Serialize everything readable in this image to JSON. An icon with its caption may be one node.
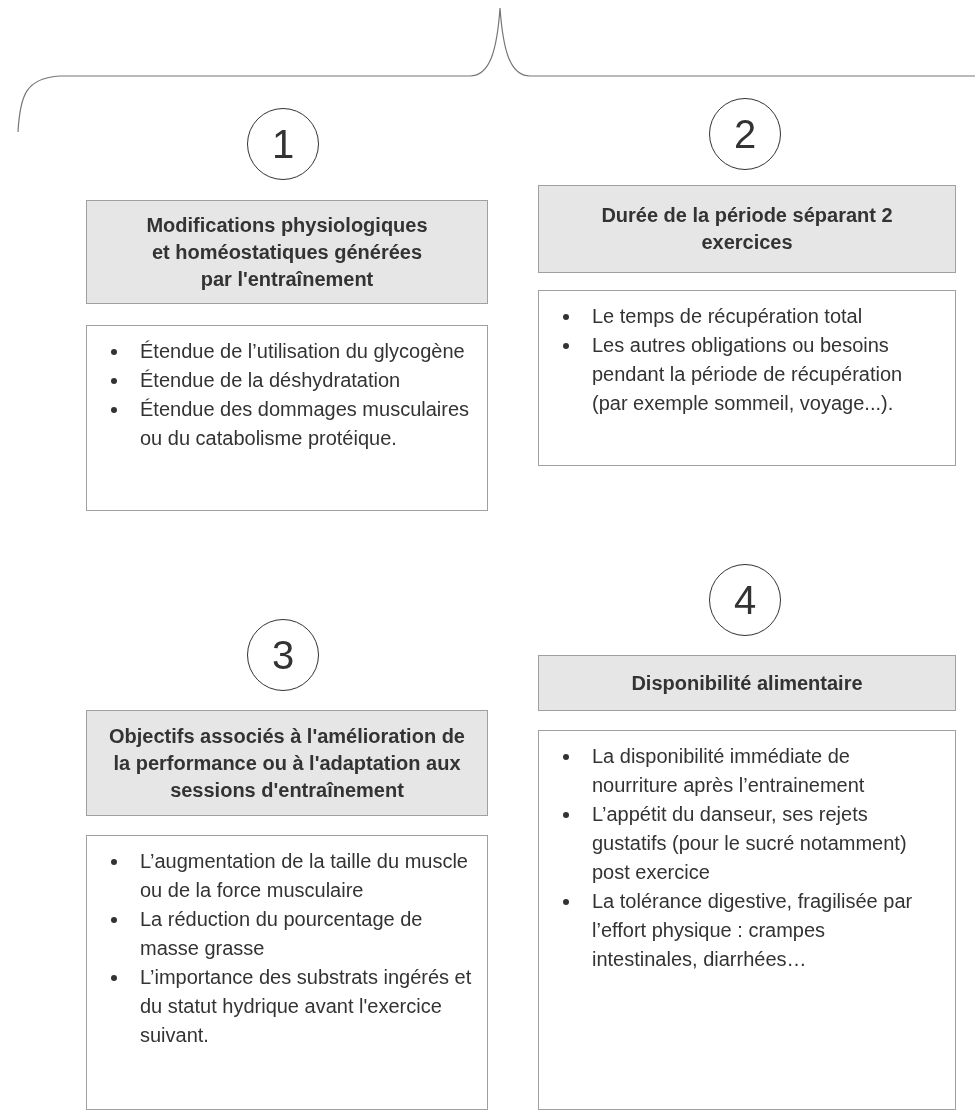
{
  "diagram": {
    "nodes": [
      {
        "text": [
          "1"
        ]
      },
      {
        "text": [
          "Modifications physiologiques et homéostatiques générées par l'entraînement"
        ]
      },
      {
        "text": [
          "Étendue de l’utilisation du glycogène",
          "Étendue de la déshydratation",
          "Étendue des dommages musculaires ou du catabolisme protéique."
        ]
      },
      {
        "text": [
          "2"
        ]
      },
      {
        "text": [
          "Durée de la période séparant 2 exercices"
        ]
      },
      {
        "text": [
          "Le temps de récupération total",
          "Les autres obligations ou besoins pendant la période de récupération (par exemple sommeil, voyage...)."
        ]
      },
      {
        "text": [
          "3"
        ]
      },
      {
        "text": [
          "Objectifs associés à l'amélioration de la performance ou à l'adaptation aux sessions d'entraînement"
        ]
      },
      {
        "text": [
          "L’augmentation de la taille du muscle ou de la force musculaire",
          "La réduction du pourcentage de masse grasse",
          "L’importance des substrats ingérés et du statut hydrique avant l'exercice suivant."
        ]
      },
      {
        "text": [
          "4"
        ]
      },
      {
        "text": [
          "Disponibilité alimentaire"
        ]
      },
      {
        "text": [
          "La disponibilité immédiate de nourriture après l’entrainement",
          "L’appétit du danseur, ses rejets gustatifs (pour le sucré notamment) post exercice",
          "La tolérance digestive, fragilisée par l’effort physique : crampes intestinales, diarrhées…"
        ]
      }
    ]
  }
}
